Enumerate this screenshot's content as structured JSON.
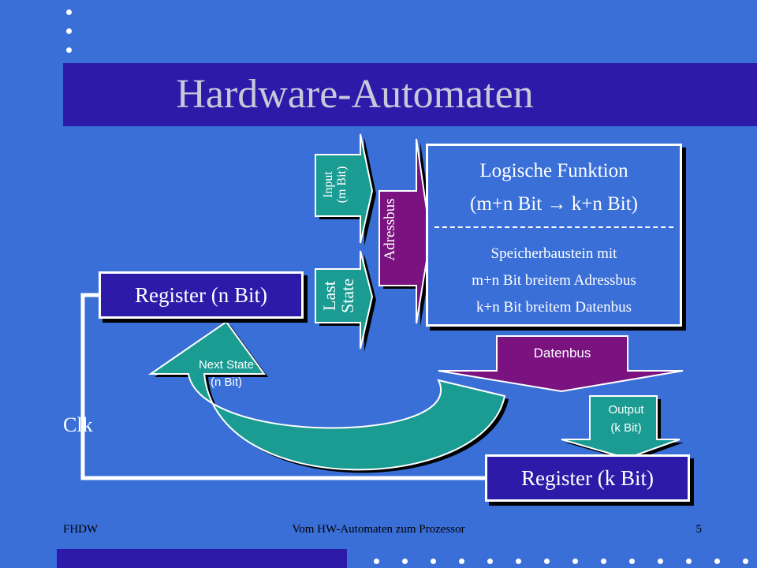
{
  "slide": {
    "title": "Hardware-Automaten",
    "register_n": "Register (n Bit)",
    "register_k": "Register (k Bit)",
    "logic": {
      "line1": "Logische Funktion",
      "line2": "(m+n Bit → k+n Bit)",
      "line3": "Speicherbaustein mit",
      "line4": "m+n Bit breitem Adressbus",
      "line5": "k+n Bit breitem Datenbus"
    },
    "input_line1": "Input",
    "input_line2": "(m Bit)",
    "last_line1": "Last",
    "last_line2": "State",
    "adressbus": "Adressbus",
    "datenbus": "Datenbus",
    "next_line1": "Next State",
    "next_line2": "(n Bit)",
    "output_line1": "Output",
    "output_line2": "(k Bit)",
    "clk": "Clk"
  },
  "footer": {
    "left": "FHDW",
    "center": "Vom HW-Automaten zum Prozessor",
    "page": "5"
  },
  "colors": {
    "background": "#3a6fd8",
    "band": "#2d1aa8",
    "bus": "#7a1280",
    "arrow": "#1a9c93"
  }
}
